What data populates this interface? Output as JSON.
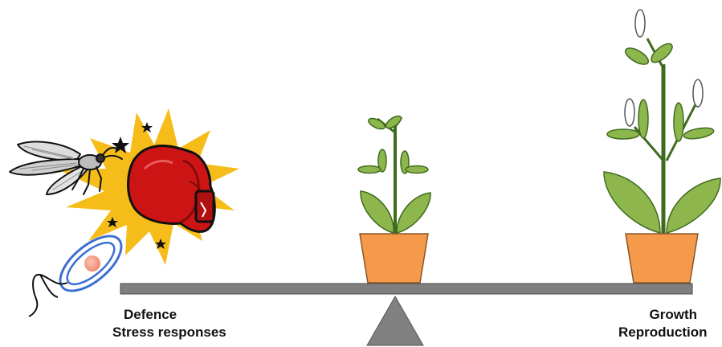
{
  "labels": {
    "left_line1": "Defence",
    "left_line2": "Stress responses",
    "right_line1": "Growth",
    "right_line2": "Reproduction"
  },
  "colors": {
    "beam": "#7f7f7f",
    "fulcrum": "#808080",
    "pot": "#f59a4b",
    "leaf": "#8db64c",
    "stem": "#3f6b1f",
    "burst": "#f6bc19",
    "glove": "#cc1414",
    "cell_ring": "#3b6fd1",
    "spore": "#f2917c"
  },
  "icons": [
    "insect-icon",
    "boxing-glove-icon",
    "explosion-burst-icon",
    "pathogen-icon",
    "small-plant-icon",
    "flowering-plant-icon",
    "fulcrum-icon"
  ]
}
